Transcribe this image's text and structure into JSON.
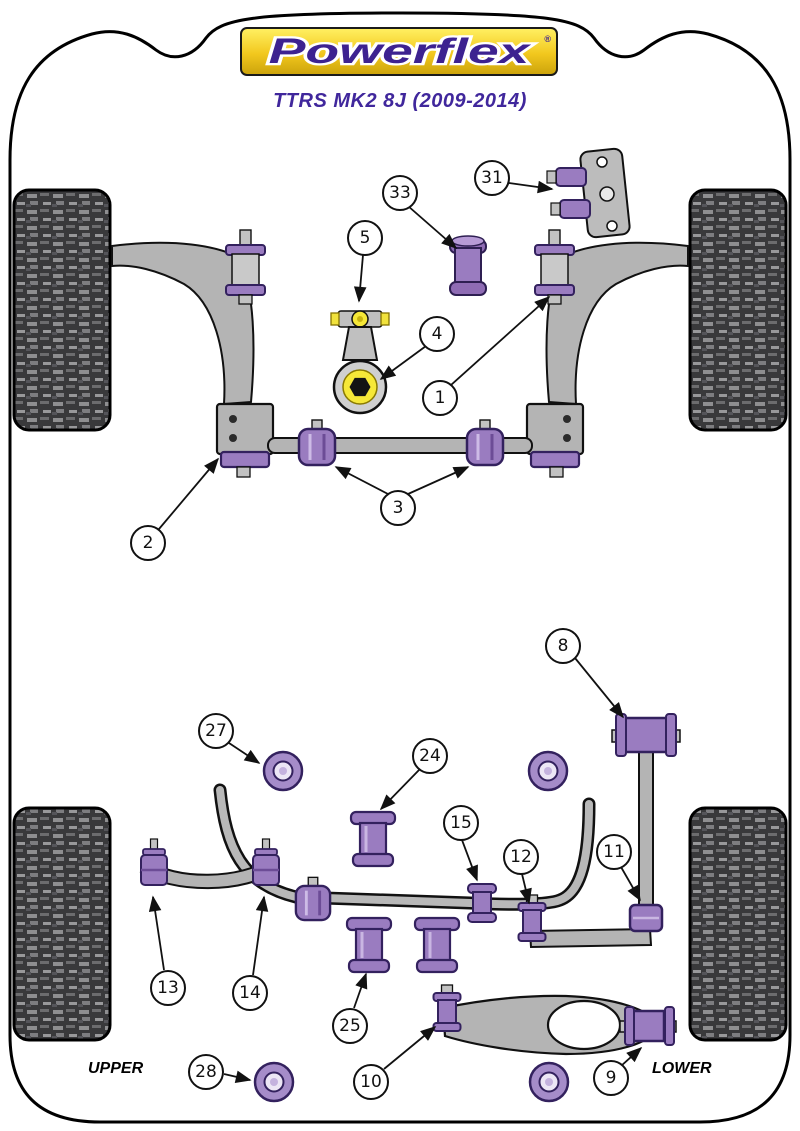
{
  "logo": {
    "text": "Powerflex",
    "registered": "®"
  },
  "title": "TTRS MK2 8J (2009-2014)",
  "labels": {
    "upper": "UPPER",
    "lower": "LOWER"
  },
  "callouts": [
    {
      "label": "33"
    },
    {
      "label": "31"
    },
    {
      "label": "5"
    },
    {
      "label": "4"
    },
    {
      "label": "1"
    },
    {
      "label": "2"
    },
    {
      "label": "3"
    },
    {
      "label": "8"
    },
    {
      "label": "27"
    },
    {
      "label": "24"
    },
    {
      "label": "15"
    },
    {
      "label": "12"
    },
    {
      "label": "11"
    },
    {
      "label": "13"
    },
    {
      "label": "14"
    },
    {
      "label": "25"
    },
    {
      "label": "10"
    },
    {
      "label": "28"
    },
    {
      "label": "9"
    }
  ],
  "colors": {
    "bushing_purple": "#9a7cc0",
    "bushing_dark": "#33215e",
    "metal_gray": "#b4b4b4",
    "accent_yellow": "#f6e838",
    "logo_purple": "#3d2290",
    "logo_gold": "#f2c81e"
  }
}
